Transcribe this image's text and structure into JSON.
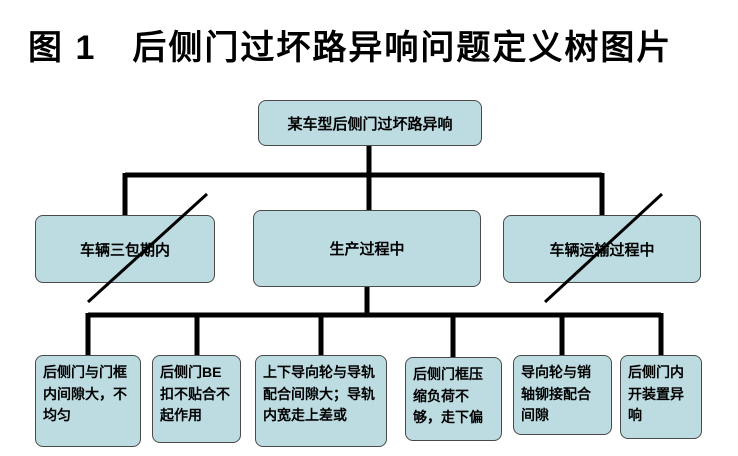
{
  "title": "图 1　后侧门过坏路异响问题定义树图片",
  "tree": {
    "root": {
      "label": "某车型后侧门过坏路异响"
    },
    "level2": [
      {
        "label": "车辆三包期内",
        "excluded": true
      },
      {
        "label": "生产过程中",
        "excluded": false
      },
      {
        "label": "车辆运输过程中",
        "excluded": true
      }
    ],
    "level3": [
      {
        "label": "后侧门与门框内间隙大，不均匀"
      },
      {
        "label": "后侧门BE扣不贴合不起作用"
      },
      {
        "label": "上下导向轮与导轨配合间隙大；导轨内宽走上差或"
      },
      {
        "label": "后侧门框压缩负荷不够，走下偏"
      },
      {
        "label": "导向轮与销轴铆接配合间隙"
      },
      {
        "label": "后侧门内开装置异响"
      }
    ]
  },
  "colors": {
    "node_fill": "#bcdce1",
    "node_border": "#4a4a4a",
    "line_color": "#000000",
    "title_color": "#000000",
    "background": "#ffffff"
  }
}
